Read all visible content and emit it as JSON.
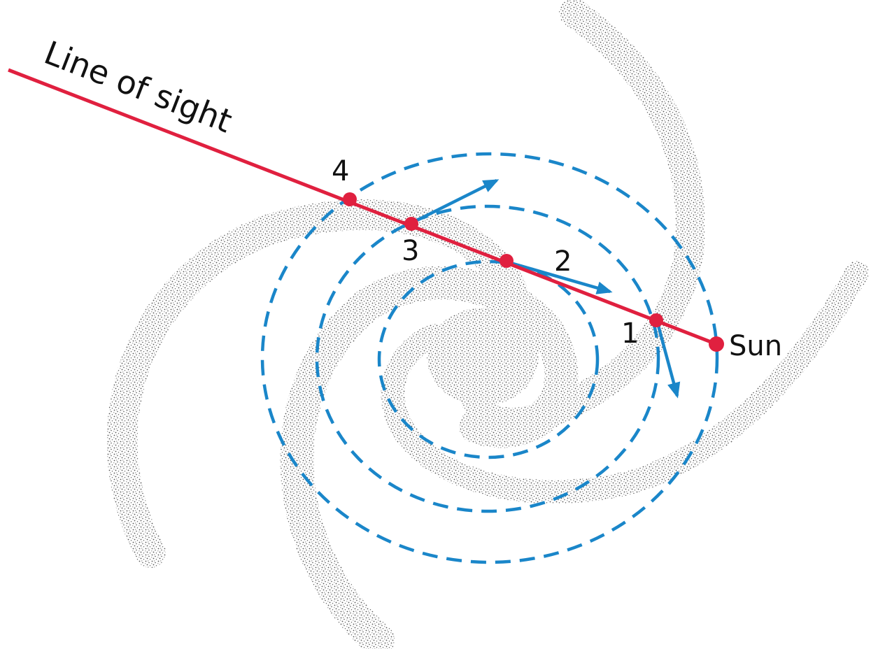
{
  "labels": {
    "line_of_sight": "Line of sight",
    "sun": "Sun",
    "point_1": "1",
    "point_2": "2",
    "point_3": "3",
    "point_4": "4"
  },
  "colors": {
    "line_of_sight": "#e0203f",
    "orbit": "#1a86c9",
    "velocity_arrow": "#1a86c9",
    "spiral_arms": "#8a8a8a",
    "text": "#111111"
  },
  "icons": {
    "galaxy": "spiral-galaxy-stipple",
    "velocity": "arrow"
  }
}
